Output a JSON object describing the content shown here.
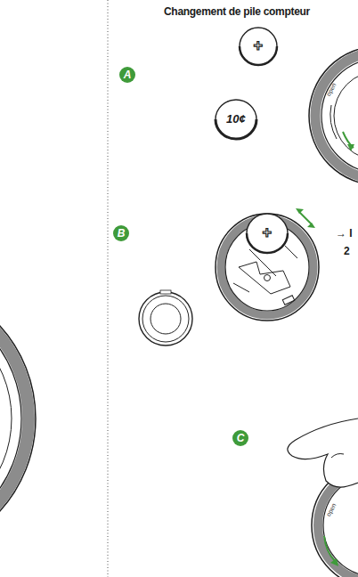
{
  "diagram": {
    "title": "Changement de pile compteur",
    "labels": [
      "A",
      "+",
      "10¢",
      "open",
      "B",
      "+",
      "→ I",
      "2",
      "C",
      "open"
    ]
  }
}
